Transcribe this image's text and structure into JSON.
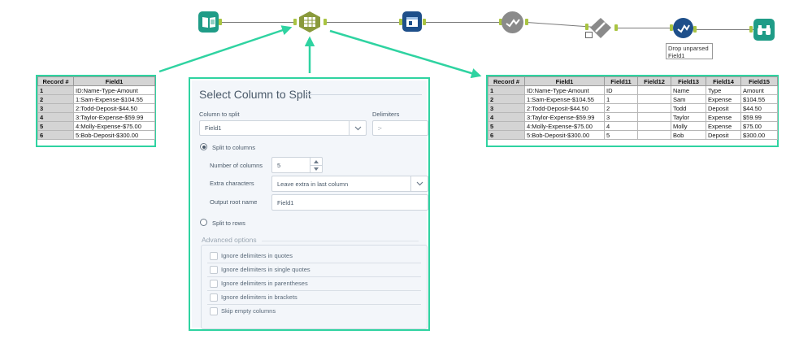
{
  "workflow": {
    "tools": [
      {
        "name": "input-data-tool",
        "icon": "book-icon",
        "color": "#1f9c87"
      },
      {
        "name": "text-to-columns-tool",
        "icon": "split-column-icon",
        "color": "#8a9a3c"
      },
      {
        "name": "select-tool",
        "icon": "select-icon",
        "color": "#1e4f8a"
      },
      {
        "name": "auto-field-tool",
        "icon": "check-icon",
        "color": "#8a8a8a"
      },
      {
        "name": "dynamic-rename-tool",
        "icon": "wand-icon",
        "color": "#8a8a8a"
      },
      {
        "name": "parse-tool",
        "icon": "parse-icon",
        "color": "#1e4f8a"
      },
      {
        "name": "browse-tool",
        "icon": "binoculars-icon",
        "color": "#1f9c87"
      }
    ],
    "annotation_line1": "Drop unparsed",
    "annotation_line2": "Field1",
    "accent_color": "#2fd3a1"
  },
  "left_grid": {
    "headers": [
      "Record #",
      "Field1"
    ],
    "rows": [
      [
        "1",
        "ID:Name-Type-Amount"
      ],
      [
        "2",
        "1:Sam-Expense-$104.55"
      ],
      [
        "3",
        "2:Todd-Deposit-$44.50"
      ],
      [
        "4",
        "3:Taylor-Expense-$59.99"
      ],
      [
        "5",
        "4:Molly-Expense-$75.00"
      ],
      [
        "6",
        "5:Bob-Deposit-$300.00"
      ]
    ]
  },
  "right_grid": {
    "headers": [
      "Record #",
      "Field1",
      "Field11",
      "Field12",
      "Field13",
      "Field14",
      "Field15"
    ],
    "rows": [
      [
        "1",
        "ID:Name-Type-Amount",
        "ID",
        "",
        "Name",
        "Type",
        "Amount"
      ],
      [
        "2",
        "1:Sam-Expense-$104.55",
        "1",
        "",
        "Sam",
        "Expense",
        "$104.55"
      ],
      [
        "3",
        "2:Todd-Deposit-$44.50",
        "2",
        "",
        "Todd",
        "Deposit",
        "$44.50"
      ],
      [
        "4",
        "3:Taylor-Expense-$59.99",
        "3",
        "",
        "Taylor",
        "Expense",
        "$59.99"
      ],
      [
        "5",
        "4:Molly-Expense-$75.00",
        "4",
        "",
        "Molly",
        "Expense",
        "$75.00"
      ],
      [
        "6",
        "5:Bob-Deposit-$300.00",
        "5",
        "",
        "Bob",
        "Deposit",
        "$300.00"
      ]
    ]
  },
  "config": {
    "title": "Select Column to Split",
    "column_label": "Column to split",
    "column_value": "Field1",
    "delimiters_label": "Delimiters",
    "delimiters_value": ":-",
    "split_to_columns_label": "Split to columns",
    "num_columns_label": "Number of columns",
    "num_columns_value": "5",
    "extra_chars_label": "Extra characters",
    "extra_chars_value": "Leave extra in last column",
    "output_root_label": "Output root name",
    "output_root_value": "Field1",
    "split_to_rows_label": "Split to rows",
    "advanced_title": "Advanced options",
    "advanced_options": [
      "Ignore delimiters in quotes",
      "Ignore delimiters in single quotes",
      "Ignore delimiters in parentheses",
      "Ignore delimiters in brackets",
      "Skip empty columns"
    ]
  }
}
